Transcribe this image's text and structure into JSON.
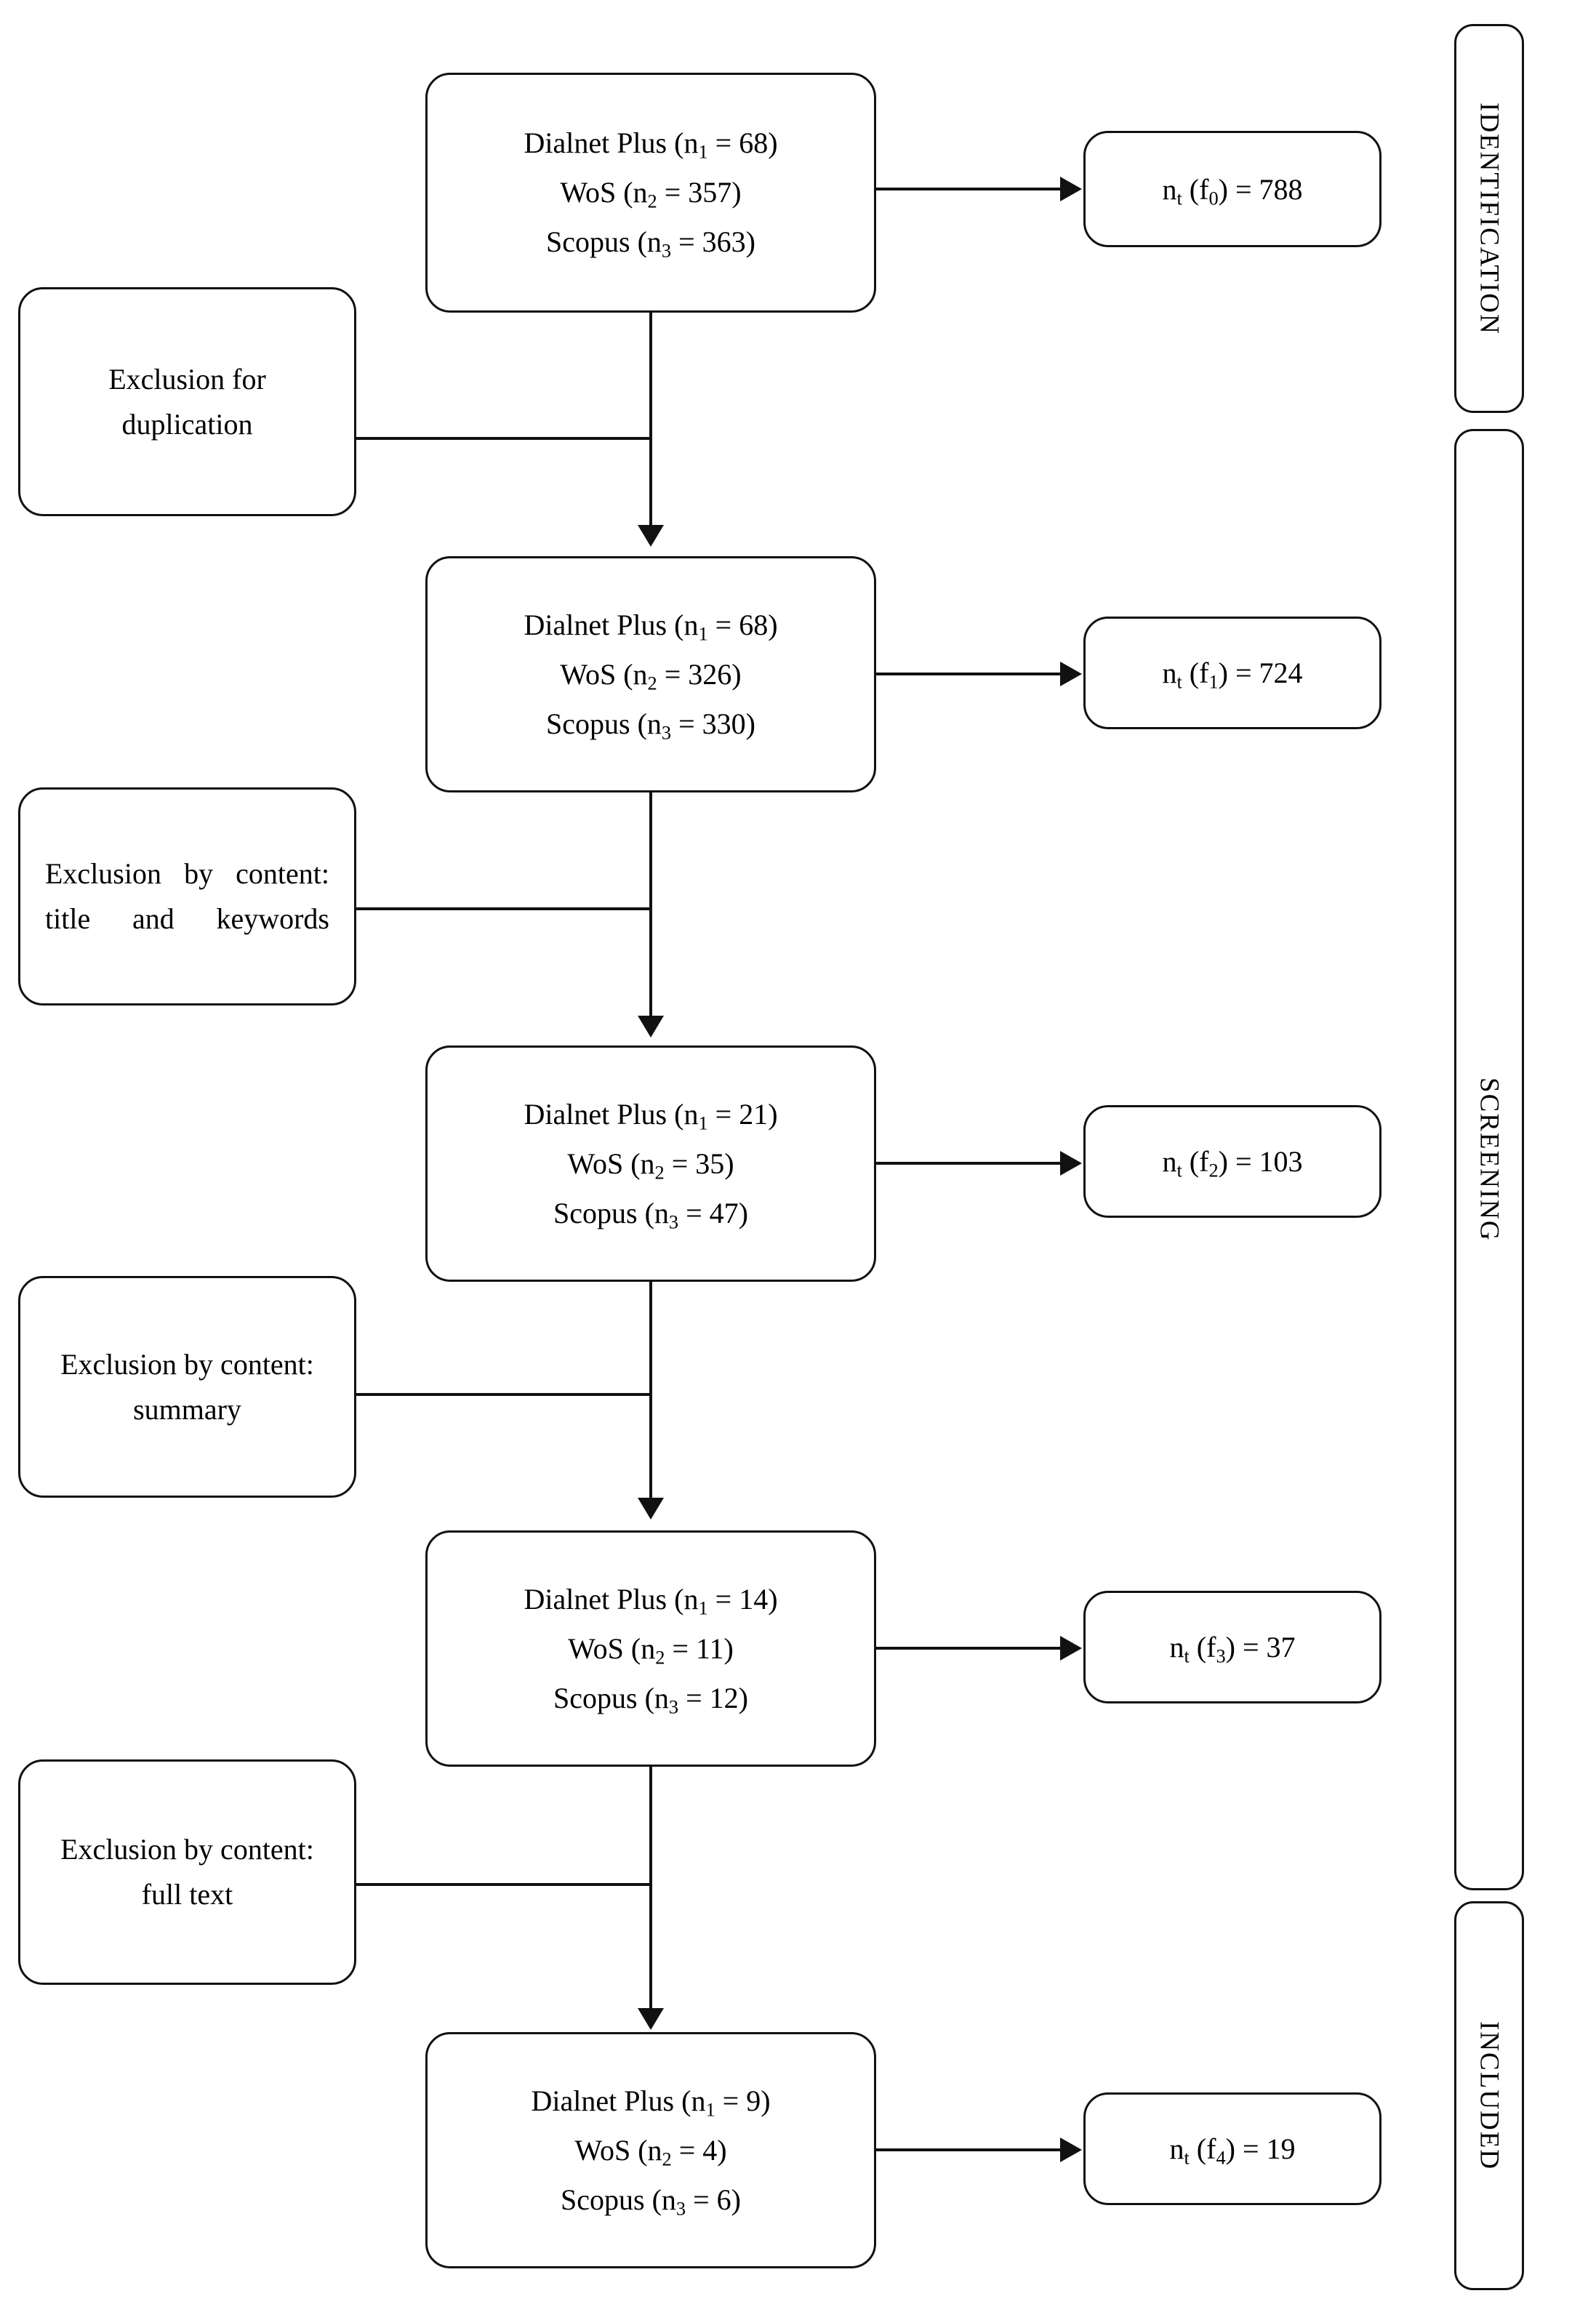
{
  "diagram": {
    "type": "prisma-flow-diagram",
    "phases": [
      {
        "id": "identification",
        "label": "IDENTIFICATION"
      },
      {
        "id": "screening",
        "label": "SCREENING"
      },
      {
        "id": "included",
        "label": "INCLUDED"
      }
    ],
    "source_boxes": [
      {
        "id": "stage0",
        "lines": [
          {
            "source": "Dialnet Plus",
            "var": "n",
            "sub": "1",
            "value": "68"
          },
          {
            "source": "WoS",
            "var": "n",
            "sub": "2",
            "value": "357"
          },
          {
            "source": "Scopus",
            "var": "n",
            "sub": "3",
            "value": "363"
          }
        ]
      },
      {
        "id": "stage1",
        "lines": [
          {
            "source": "Dialnet Plus",
            "var": "n",
            "sub": "1",
            "value": "68"
          },
          {
            "source": "WoS",
            "var": "n",
            "sub": "2",
            "value": "326"
          },
          {
            "source": "Scopus",
            "var": "n",
            "sub": "3",
            "value": "330"
          }
        ]
      },
      {
        "id": "stage2",
        "lines": [
          {
            "source": "Dialnet Plus",
            "var": "n",
            "sub": "1",
            "value": "21"
          },
          {
            "source": "WoS",
            "var": "n",
            "sub": "2",
            "value": "35"
          },
          {
            "source": "Scopus",
            "var": "n",
            "sub": "3",
            "value": "47"
          }
        ]
      },
      {
        "id": "stage3",
        "lines": [
          {
            "source": "Dialnet Plus",
            "var": "n",
            "sub": "1",
            "value": "14"
          },
          {
            "source": "WoS",
            "var": "n",
            "sub": "2",
            "value": "11"
          },
          {
            "source": "Scopus",
            "var": "n",
            "sub": "3",
            "value": "12"
          }
        ]
      },
      {
        "id": "stage4",
        "lines": [
          {
            "source": "Dialnet Plus",
            "var": "n",
            "sub": "1",
            "value": "9"
          },
          {
            "source": "WoS",
            "var": "n",
            "sub": "2",
            "value": "4"
          },
          {
            "source": "Scopus",
            "var": "n",
            "sub": "3",
            "value": "6"
          }
        ]
      }
    ],
    "total_boxes": [
      {
        "id": "total0",
        "var": "n",
        "var_sub": "t",
        "fn": "f",
        "fn_sub": "0",
        "value": "788"
      },
      {
        "id": "total1",
        "var": "n",
        "var_sub": "t",
        "fn": "f",
        "fn_sub": "1",
        "value": "724"
      },
      {
        "id": "total2",
        "var": "n",
        "var_sub": "t",
        "fn": "f",
        "fn_sub": "2",
        "value": "103"
      },
      {
        "id": "total3",
        "var": "n",
        "var_sub": "t",
        "fn": "f",
        "fn_sub": "3",
        "value": "37"
      },
      {
        "id": "total4",
        "var": "n",
        "var_sub": "t",
        "fn": "f",
        "fn_sub": "4",
        "value": "19"
      }
    ],
    "exclusion_boxes": [
      {
        "id": "excl1",
        "text": "Exclusion for duplication",
        "align": "center"
      },
      {
        "id": "excl2",
        "text": "Exclusion by content: title and keywords",
        "align": "justify"
      },
      {
        "id": "excl3",
        "text": "Exclusion by content: summary",
        "align": "center"
      },
      {
        "id": "excl4",
        "text": "Exclusion by content: full text",
        "align": "center"
      }
    ],
    "colors": {
      "stroke": "#111111",
      "background": "#ffffff",
      "text": "#000000"
    }
  }
}
